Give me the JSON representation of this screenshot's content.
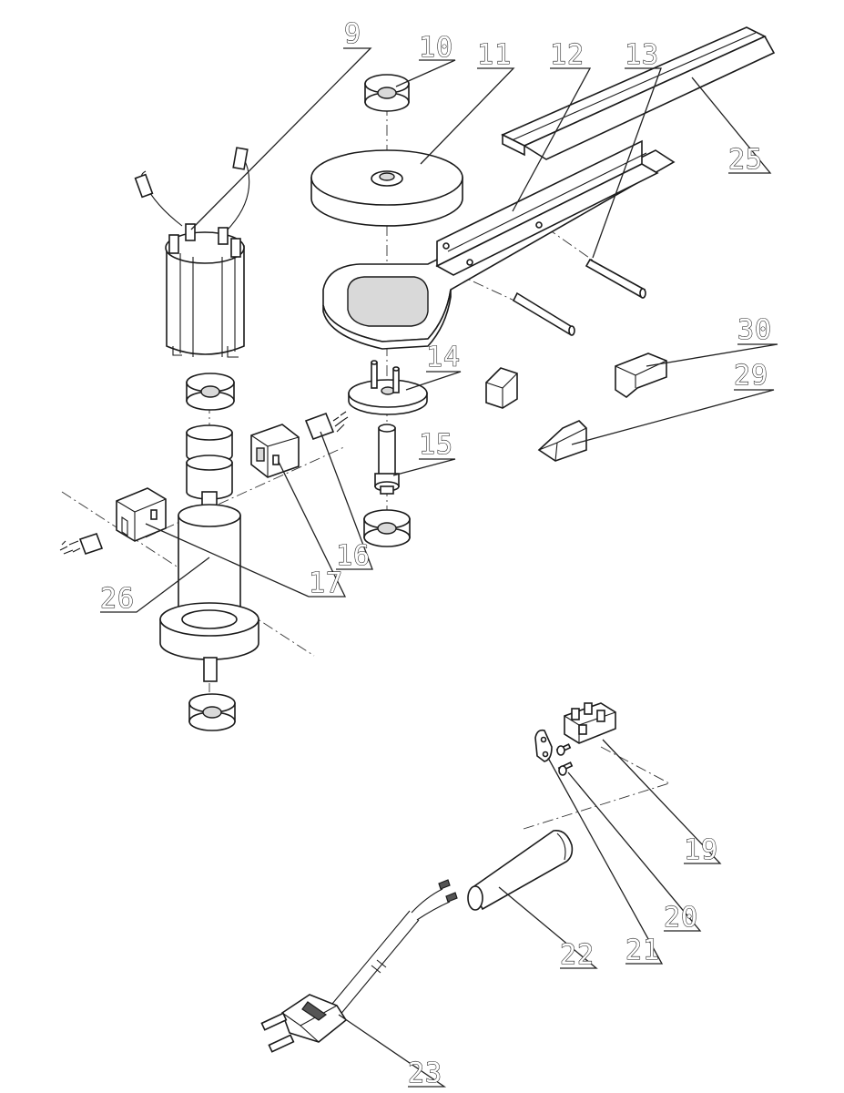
{
  "diagram": {
    "callouts": [
      "9",
      "10",
      "11",
      "12",
      "13",
      "25",
      "30",
      "14",
      "29",
      "15",
      "16",
      "17",
      "26",
      "19",
      "20",
      "21",
      "22",
      "23"
    ]
  },
  "colors": {
    "line": "#1a1a1a",
    "shade": "#d9d9d9",
    "background": "#ffffff"
  }
}
